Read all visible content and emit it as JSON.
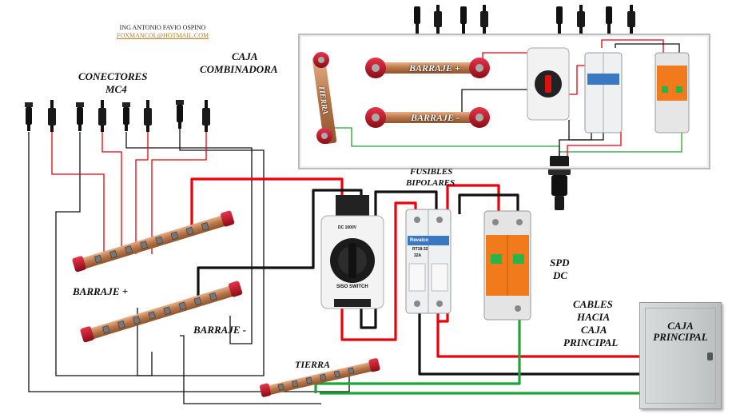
{
  "author": {
    "name": "ING ANTONIO FAVIO OSPINO",
    "email": "FOXMANCOL@HOTMAIL.COM"
  },
  "labels": {
    "conectores": "CONECTORES",
    "mc4": "MC4",
    "caja": "CAJA",
    "combinadora": "COMBINADORA",
    "barraje_pos_left": "BARRAJE +",
    "barraje_neg_left": "BARRAJE -",
    "tierra_bottom": "TIERRA",
    "fusibles": "FUSIBLES",
    "bipolares": "BIPOLARES",
    "spd": "SPD",
    "dc": "DC",
    "cables": "CABLES",
    "hacia": "HACIA",
    "caja2": "CAJA",
    "principal": "PRINCIPAL",
    "caja_principal_1": "CAJA",
    "caja_principal_2": "PRINCIPAL",
    "box_barraje_pos": "BARRAJE +",
    "box_barraje_neg": "BARRAJE -",
    "box_tierra": "TIERRA"
  },
  "devices": {
    "switch_text": "SISO SWITCH",
    "switch_small": "DC 1000V",
    "fuse_brand": "Revalco",
    "fuse_model": "RT18-32",
    "fuse_rating": "32A"
  },
  "colors": {
    "positive": "#e8000b",
    "negative": "#111111",
    "ground": "#1fa33a",
    "copper": "#c98a5c",
    "terminal_red": "#c1121f",
    "spd_orange": "#f07a1c"
  }
}
